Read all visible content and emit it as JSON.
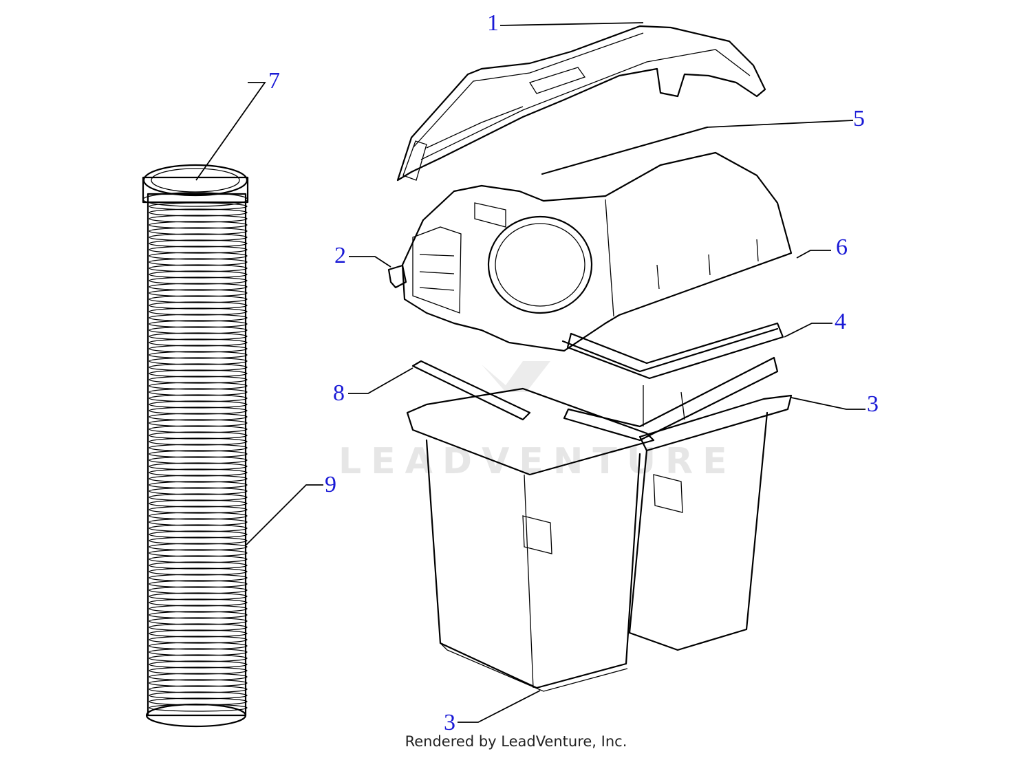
{
  "watermark": {
    "text": "LEADVENTURE"
  },
  "callouts": [
    {
      "id": "1",
      "label": "1"
    },
    {
      "id": "2",
      "label": "2"
    },
    {
      "id": "3a",
      "label": "3"
    },
    {
      "id": "3b",
      "label": "3"
    },
    {
      "id": "4",
      "label": "4"
    },
    {
      "id": "5",
      "label": "5"
    },
    {
      "id": "6",
      "label": "6"
    },
    {
      "id": "7",
      "label": "7"
    },
    {
      "id": "8",
      "label": "8"
    },
    {
      "id": "9",
      "label": "9"
    }
  ],
  "footer": {
    "text": "Rendered by LeadVenture, Inc."
  },
  "colors": {
    "callout": "#1a1ad6",
    "line": "#000000",
    "watermark": "#e6e6e6"
  }
}
